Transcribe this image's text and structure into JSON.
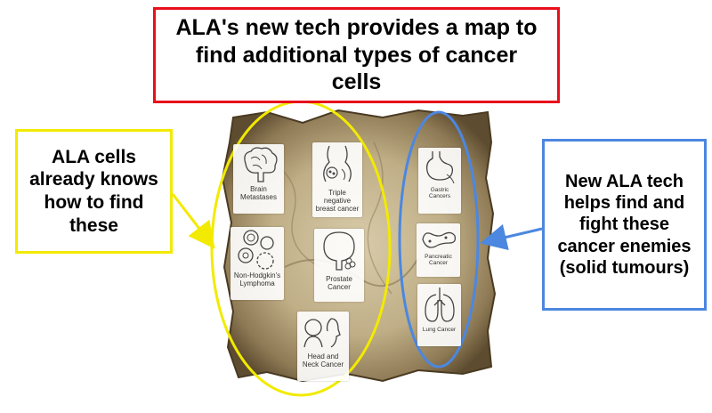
{
  "title": "ALA's new tech provides a map to find additional types of cancer cells",
  "left_callout": "ALA cells already knows how to find these",
  "right_callout": "New ALA tech helps find and fight these cancer enemies (solid tumours)",
  "known_cancers": [
    {
      "label": "Brain\nMetastases",
      "icon": "brain-icon"
    },
    {
      "label": "Triple negative\nbreast cancer",
      "icon": "breast-icon"
    },
    {
      "label": "Non-Hodgkin's\nLymphoma",
      "icon": "cells-icon"
    },
    {
      "label": "Prostate\nCancer",
      "icon": "prostate-icon"
    },
    {
      "label": "Head and\nNeck Cancer",
      "icon": "head-neck-icon"
    }
  ],
  "new_cancers": [
    {
      "label": "Gastric\nCancers",
      "icon": "stomach-icon"
    },
    {
      "label": "Pancreatic\nCancer",
      "icon": "pancreas-icon"
    },
    {
      "label": "Lung Cancer",
      "icon": "lungs-icon"
    }
  ],
  "colors": {
    "title_border": "#e8101a",
    "left_highlight": "#f2ea00",
    "right_highlight": "#4c87e0",
    "map_parchment": "#c8b48a"
  }
}
